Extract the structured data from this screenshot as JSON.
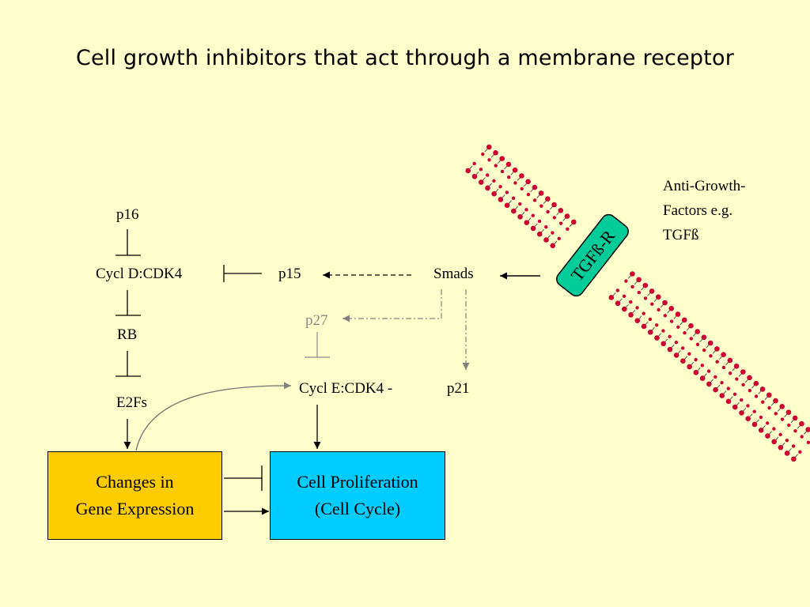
{
  "title": "Cell growth inhibitors that act  through a membrane receptor",
  "nodes": {
    "p16": "p16",
    "cycl_d_cdk4": "Cycl D:CDK4",
    "p15": "p15",
    "smads": "Smads",
    "p27": "p27",
    "rb": "RB",
    "e2fs": "E2Fs",
    "cycl_e_cdk4": "Cycl E:CDK4 -",
    "p21": "p21"
  },
  "boxes": {
    "gene_expression": {
      "line1": "Changes in",
      "line2": "Gene Expression",
      "color": "#ffcc00"
    },
    "cell_proliferation": {
      "line1": "Cell Proliferation",
      "line2": "(Cell Cycle)",
      "color": "#00ccff"
    }
  },
  "receptor": {
    "label": "TGFß-R",
    "color": "#00cc99"
  },
  "factors_note": {
    "line1": "Anti-Growth-",
    "line2": "Factors e.g.",
    "line3": "TGFß"
  },
  "colors": {
    "background": "#ffffcc",
    "membrane_head": "#cc0033",
    "dashed_gray": "#808080"
  }
}
